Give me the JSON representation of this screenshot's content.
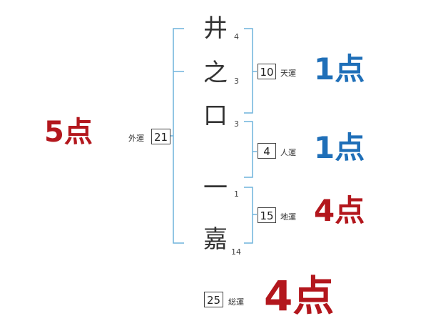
{
  "colors": {
    "bracket": "#6fb3dc",
    "blue": "#1f6fb8",
    "red": "#b3171d"
  },
  "name": {
    "chars": [
      {
        "char": "井",
        "strokes": "4"
      },
      {
        "char": "之",
        "strokes": "3"
      },
      {
        "char": "口",
        "strokes": "3"
      },
      {
        "char": "一",
        "strokes": "1"
      },
      {
        "char": "嘉",
        "strokes": "14"
      }
    ]
  },
  "fortunes": {
    "ten": {
      "value": "10",
      "label": "天運",
      "score": "1点",
      "color": "blue"
    },
    "jin": {
      "value": "4",
      "label": "人運",
      "score": "1点",
      "color": "blue"
    },
    "chi": {
      "value": "15",
      "label": "地運",
      "score": "4点",
      "color": "red"
    },
    "gai": {
      "value": "21",
      "label": "外運",
      "score": "5点",
      "color": "red"
    },
    "sou": {
      "value": "25",
      "label": "総運",
      "score": "4点",
      "color": "red"
    }
  }
}
